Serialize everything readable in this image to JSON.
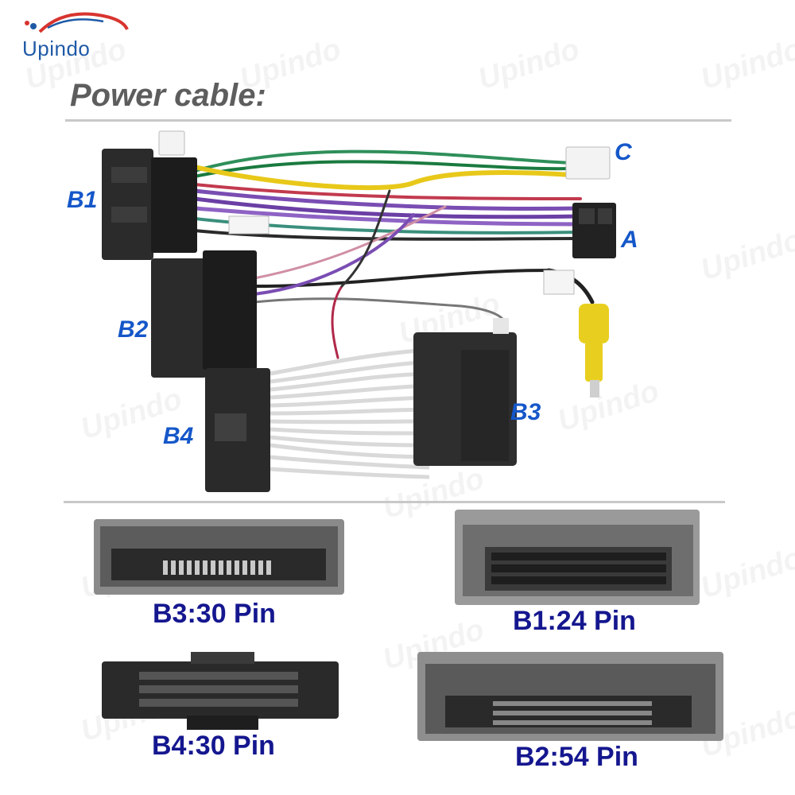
{
  "brand": {
    "name": "Upindo",
    "watermark": "Upindo"
  },
  "title": "Power cable:",
  "connector_labels": {
    "b1": "B1",
    "b2": "B2",
    "b3": "B3",
    "b4": "B4",
    "a": "A",
    "c": "C"
  },
  "pin_labels": {
    "b3": "B3:30 Pin",
    "b1": "B1:24 Pin",
    "b4": "B4:30 Pin",
    "b2": "B2:54 Pin"
  },
  "colors": {
    "label_blue": "#1557c9",
    "pin_label_navy": "#15178f",
    "title_gray": "#5d5d5d",
    "connector_black": "#2b2b2b",
    "connector_gray": "#8a8a8a",
    "rca_yellow": "#e8cf1f"
  }
}
